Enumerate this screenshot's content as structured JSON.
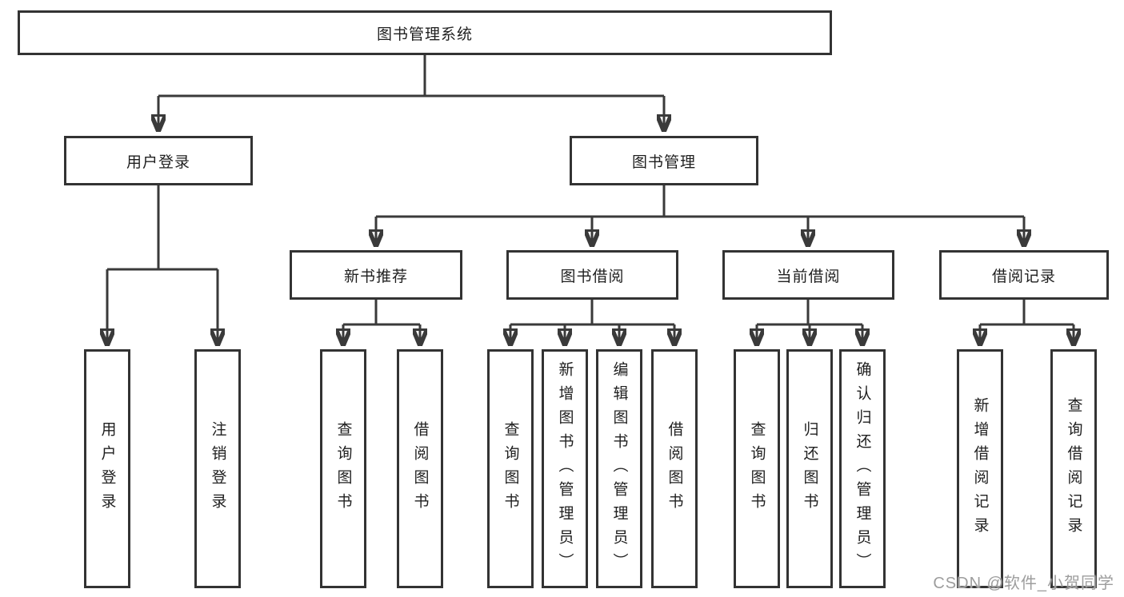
{
  "diagram": {
    "root": {
      "label": "图书管理系统"
    },
    "children": [
      {
        "label": "用户登录",
        "children": [
          {
            "label": "用户登录"
          },
          {
            "label": "注销登录"
          }
        ]
      },
      {
        "label": "图书管理",
        "children": [
          {
            "label": "新书推荐",
            "children": [
              {
                "label": "查询图书"
              },
              {
                "label": "借阅图书"
              }
            ]
          },
          {
            "label": "图书借阅",
            "children": [
              {
                "label": "查询图书"
              },
              {
                "label": "新增图书（管理员）"
              },
              {
                "label": "编辑图书（管理员）"
              },
              {
                "label": "借阅图书"
              }
            ]
          },
          {
            "label": "当前借阅",
            "children": [
              {
                "label": "查询图书"
              },
              {
                "label": "归还图书"
              },
              {
                "label": "确认归还（管理员）"
              }
            ]
          },
          {
            "label": "借阅记录",
            "children": [
              {
                "label": "新增借阅记录"
              },
              {
                "label": "查询借阅记录"
              }
            ]
          }
        ]
      }
    ]
  },
  "watermark": {
    "text": "CSDN @软件_小贺同学"
  },
  "colors": {
    "line": "#3a3a3a",
    "box_border": "#333333",
    "text": "#1f1f1f",
    "watermark": "#9d9d9d",
    "background": "#ffffff"
  }
}
